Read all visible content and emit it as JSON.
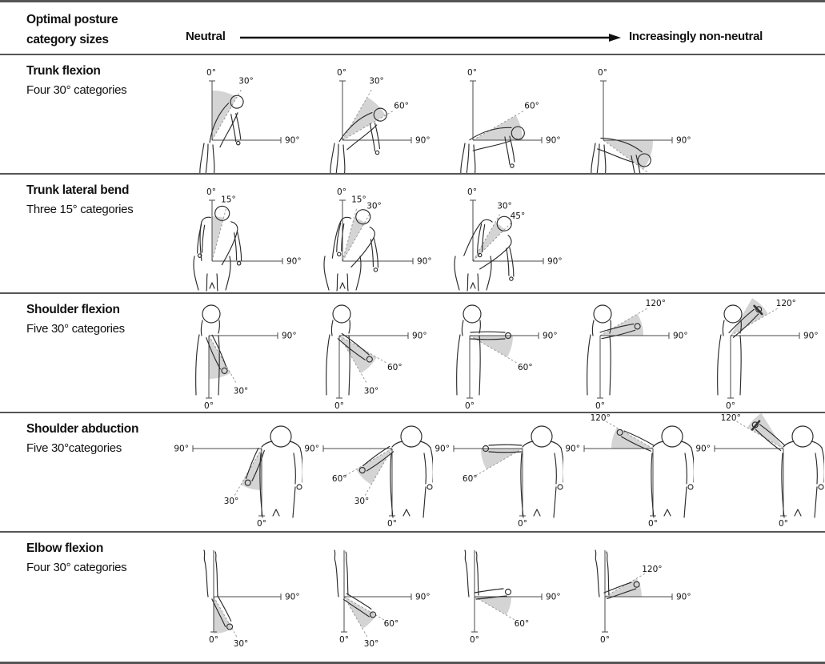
{
  "header": {
    "title_line1": "Optimal posture",
    "title_line2": "category sizes",
    "axis_start_label": "Neutral",
    "axis_end_label": "Increasingly non-neutral"
  },
  "colors": {
    "wedge": "#d4d4d4",
    "figure_line": "#2b2b2b",
    "axis_line": "#4a4a4a",
    "ray_line": "#8f8f8f",
    "rule_line": "#565656"
  },
  "rows": [
    {
      "id": "trunk-flexion",
      "title": "Trunk flexion",
      "subtitle": "Four 30° categories",
      "figures": [
        {
          "pose": 32,
          "wedge": [
            0,
            30
          ],
          "labels": [
            {
              "text": "0°",
              "kind": "v"
            },
            {
              "text": "30°",
              "kind": "ray",
              "angle": 30
            },
            {
              "text": "90°",
              "kind": "h"
            }
          ]
        },
        {
          "pose": 55,
          "wedge": [
            30,
            60
          ],
          "labels": [
            {
              "text": "0°",
              "kind": "v"
            },
            {
              "text": "30°",
              "kind": "ray",
              "angle": 30
            },
            {
              "text": "60°",
              "kind": "ray",
              "angle": 60
            },
            {
              "text": "90°",
              "kind": "h"
            }
          ]
        },
        {
          "pose": 80,
          "wedge": [
            60,
            90
          ],
          "labels": [
            {
              "text": "0°",
              "kind": "v"
            },
            {
              "text": "60°",
              "kind": "ray",
              "angle": 60
            },
            {
              "text": "90°",
              "kind": "h"
            }
          ]
        },
        {
          "pose": 115,
          "wedge": [
            90,
            126
          ],
          "extra_rays": [
            126
          ],
          "labels": [
            {
              "text": "0°",
              "kind": "v"
            },
            {
              "text": "90°",
              "kind": "h"
            }
          ]
        }
      ]
    },
    {
      "id": "trunk-lateral-bend",
      "title": "Trunk lateral bend",
      "subtitle": "Three 15° categories",
      "figures": [
        {
          "pose": 12,
          "wedge": [
            0,
            15
          ],
          "labels": [
            {
              "text": "0°",
              "kind": "v"
            },
            {
              "text": "15°",
              "kind": "ray",
              "angle": 15
            },
            {
              "text": "90°",
              "kind": "h"
            }
          ]
        },
        {
          "pose": 25,
          "wedge": [
            15,
            30
          ],
          "labels": [
            {
              "text": "0°",
              "kind": "v"
            },
            {
              "text": "15°",
              "kind": "ray",
              "angle": 15
            },
            {
              "text": "30°",
              "kind": "ray",
              "angle": 30
            },
            {
              "text": "90°",
              "kind": "h"
            }
          ]
        },
        {
          "pose": 40,
          "wedge": [
            30,
            45
          ],
          "labels": [
            {
              "text": "0°",
              "kind": "v"
            },
            {
              "text": "30°",
              "kind": "ray",
              "angle": 30
            },
            {
              "text": "45°",
              "kind": "ray",
              "angle": 45
            },
            {
              "text": "90°",
              "kind": "h"
            }
          ]
        }
      ]
    },
    {
      "id": "shoulder-flexion",
      "title": "Shoulder flexion",
      "subtitle": "Five 30° categories",
      "figures": [
        {
          "pose": 24,
          "wedge": [
            0,
            30
          ],
          "labels": [
            {
              "text": "0°",
              "kind": "v"
            },
            {
              "text": "30°",
              "kind": "ray",
              "angle": 30
            },
            {
              "text": "90°",
              "kind": "h"
            }
          ]
        },
        {
          "pose": 52,
          "wedge": [
            30,
            60
          ],
          "labels": [
            {
              "text": "0°",
              "kind": "v"
            },
            {
              "text": "30°",
              "kind": "ray",
              "angle": 30
            },
            {
              "text": "60°",
              "kind": "ray",
              "angle": 60
            },
            {
              "text": "90°",
              "kind": "h"
            }
          ]
        },
        {
          "pose": 90,
          "wedge": [
            60,
            90
          ],
          "labels": [
            {
              "text": "0°",
              "kind": "v"
            },
            {
              "text": "60°",
              "kind": "ray",
              "angle": 60
            },
            {
              "text": "90°",
              "kind": "h"
            }
          ]
        },
        {
          "pose": 104,
          "wedge": [
            90,
            120
          ],
          "labels": [
            {
              "text": "0°",
              "kind": "v"
            },
            {
              "text": "90°",
              "kind": "h"
            },
            {
              "text": "120°",
              "kind": "ray",
              "angle": 120
            }
          ]
        },
        {
          "pose": 133,
          "wedge": [
            120,
            150
          ],
          "marker": true,
          "labels": [
            {
              "text": "0°",
              "kind": "v"
            },
            {
              "text": "90°",
              "kind": "h"
            },
            {
              "text": "120°",
              "kind": "ray",
              "angle": 120
            }
          ]
        }
      ]
    },
    {
      "id": "shoulder-abduction",
      "title": "Shoulder abduction",
      "subtitle": "Five 30°categories",
      "figures": [
        {
          "pose": 22,
          "wedge": [
            0,
            30
          ],
          "labels": [
            {
              "text": "0°",
              "kind": "v"
            },
            {
              "text": "30°",
              "kind": "ray",
              "angle": 30
            },
            {
              "text": "90°",
              "kind": "h"
            }
          ]
        },
        {
          "pose": 54,
          "wedge": [
            30,
            60
          ],
          "labels": [
            {
              "text": "0°",
              "kind": "v"
            },
            {
              "text": "30°",
              "kind": "ray",
              "angle": 30
            },
            {
              "text": "60°",
              "kind": "ray",
              "angle": 60
            },
            {
              "text": "90°",
              "kind": "h"
            }
          ]
        },
        {
          "pose": 90,
          "wedge": [
            60,
            90
          ],
          "labels": [
            {
              "text": "0°",
              "kind": "v"
            },
            {
              "text": "60°",
              "kind": "ray",
              "angle": 60
            },
            {
              "text": "90°",
              "kind": "h"
            }
          ]
        },
        {
          "pose": 116,
          "wedge": [
            90,
            120
          ],
          "labels": [
            {
              "text": "0°",
              "kind": "v"
            },
            {
              "text": "90°",
              "kind": "h"
            },
            {
              "text": "120°",
              "kind": "ray",
              "angle": 120
            }
          ]
        },
        {
          "pose": 130,
          "wedge": [
            120,
            148
          ],
          "marker": true,
          "labels": [
            {
              "text": "0°",
              "kind": "v"
            },
            {
              "text": "90°",
              "kind": "h"
            },
            {
              "text": "120°",
              "kind": "ray",
              "angle": 120
            }
          ]
        }
      ]
    },
    {
      "id": "elbow-flexion",
      "title": "Elbow flexion",
      "subtitle": "Four 30° categories",
      "figures": [
        {
          "pose": 20,
          "wedge": [
            0,
            30
          ],
          "labels": [
            {
              "text": "0°",
              "kind": "v"
            },
            {
              "text": "30°",
              "kind": "ray",
              "angle": 30
            },
            {
              "text": "90°",
              "kind": "h"
            }
          ]
        },
        {
          "pose": 50,
          "wedge": [
            30,
            60
          ],
          "labels": [
            {
              "text": "0°",
              "kind": "v"
            },
            {
              "text": "30°",
              "kind": "ray",
              "angle": 30
            },
            {
              "text": "60°",
              "kind": "ray",
              "angle": 60
            },
            {
              "text": "90°",
              "kind": "h"
            }
          ]
        },
        {
          "pose": 90,
          "wedge": [
            60,
            90
          ],
          "labels": [
            {
              "text": "0°",
              "kind": "v"
            },
            {
              "text": "60°",
              "kind": "ray",
              "angle": 60
            },
            {
              "text": "90°",
              "kind": "h"
            }
          ]
        },
        {
          "pose": 103,
          "wedge": [
            90,
            120
          ],
          "labels": [
            {
              "text": "0°",
              "kind": "v"
            },
            {
              "text": "90°",
              "kind": "h"
            },
            {
              "text": "120°",
              "kind": "ray",
              "angle": 120
            }
          ]
        }
      ]
    }
  ]
}
